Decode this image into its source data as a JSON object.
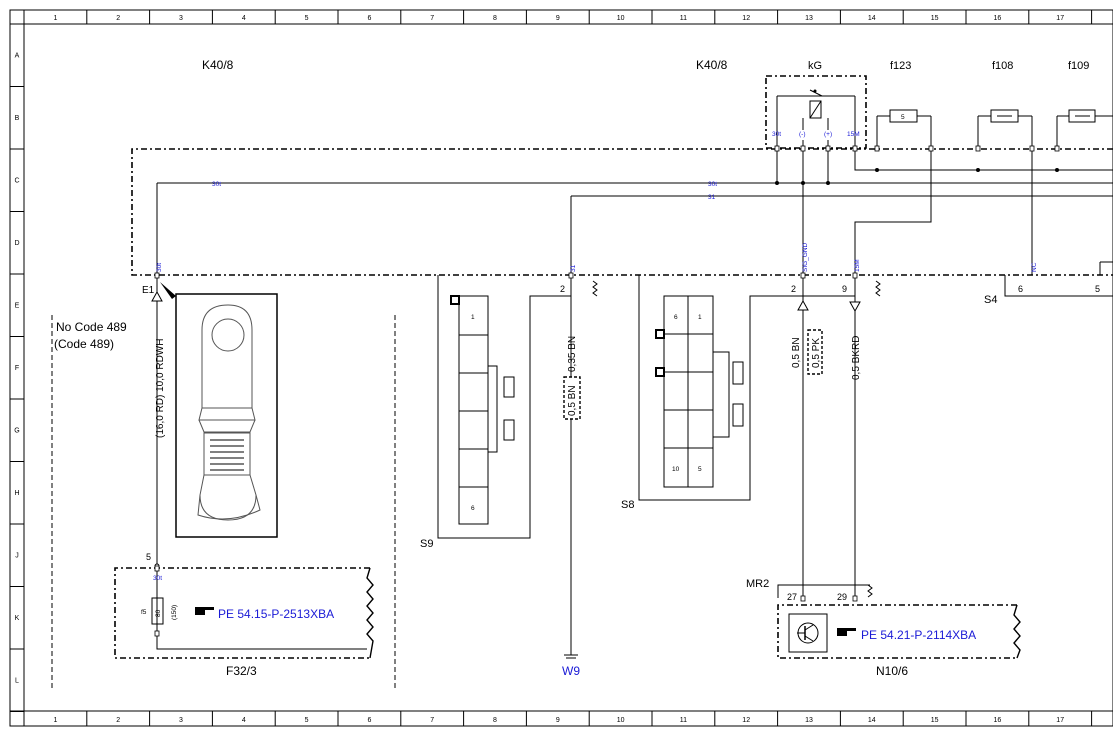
{
  "ruler": {
    "columns": [
      "1",
      "2",
      "3",
      "4",
      "5",
      "6",
      "7",
      "8",
      "9",
      "10",
      "11",
      "12",
      "13",
      "14",
      "15",
      "16",
      "17"
    ],
    "rows": [
      "A",
      "B",
      "C",
      "D",
      "E",
      "F",
      "G",
      "H",
      "J",
      "K",
      "L"
    ]
  },
  "components": {
    "k40_left": "K40/8",
    "k40_right": "K40/8",
    "kg": "kG",
    "f123": "f123",
    "f108": "f108",
    "f109": "f109",
    "f123_value": "5",
    "e1": "E1",
    "s9": "S9",
    "s8": "S8",
    "s4": "S4",
    "mr2": "MR2",
    "f32_3": "F32/3",
    "n10_6": "N10/6",
    "w9": "W9",
    "f5": "f5",
    "f5_rating": "80",
    "f5_alt": "(150)"
  },
  "notes": {
    "no_code": "No  Code 489",
    "code": "(Code 489)"
  },
  "relay_pins": {
    "p30t": "30t",
    "minus": "(-)",
    "plus": "(+)",
    "p15m": "15M"
  },
  "wire_labels": {
    "w30t_a": "30t",
    "w30t_b": "30t",
    "w31": "31",
    "e1_pin": "30t",
    "s9_pin": "31",
    "sig_gnd": "SIG_GND",
    "p15m": "15M",
    "nc": "NC",
    "f32_pin": "30t"
  },
  "pins": {
    "e1_5": "5",
    "s9_2": "2",
    "s8_2": "2",
    "s8_9": "9",
    "s4_6": "6",
    "s4_5": "5",
    "mr2_27": "27",
    "mr2_29": "29",
    "s9_slot1": "1",
    "s9_slot6": "6",
    "s8_slot6": "6",
    "s8_slot1": "1",
    "s8_slot10": "10",
    "s8_slot5": "5"
  },
  "wires": {
    "rdwh": "(16,0 RD) 10,0 RDWH",
    "bn035": "0,35 BN",
    "bn05_s9": "0,5 BN",
    "bn05": "0,5 BN",
    "pk05": "0,5 PK",
    "bkrd05": "0,5 BKRD"
  },
  "refs": {
    "pe_left": "PE 54.15-P-2513XBA",
    "pe_right": "PE 54.21-P-2114XBA"
  },
  "colors": {
    "line": "#000000",
    "ref_blue": "#1a1ad6"
  }
}
